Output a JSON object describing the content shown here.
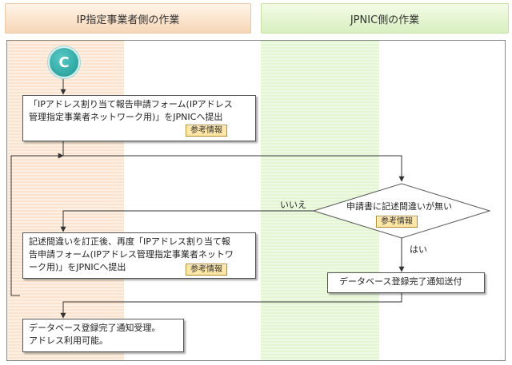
{
  "headers": {
    "left": "IP指定事業者側の作業",
    "right": "JPNIC側の作業"
  },
  "start_marker": "C",
  "boxes": {
    "report_line1": "「IPアドレス割り当て報告申請フォーム(IPアドレス",
    "report_line2": "管理指定事業者ネットワーク用)」をJPNICへ提出",
    "correct_line1": "記述間違いを訂正後、再度「IPアドレス割り当て報",
    "correct_line2": "告申請フォーム(IPアドレス管理指定事業者ネットワ",
    "correct_line3": "ーク用)」をJPNICへ提出",
    "notify": "データベース登録完了通知送付",
    "receive_line1": "データベース登録完了通知受理。",
    "receive_line2": "アドレス利用可能。"
  },
  "decision": {
    "question": "申請書に記述間違いが無い",
    "no": "いいえ",
    "yes": "はい"
  },
  "reference_label": "参考情報",
  "colors": {
    "left_lane": "#fbe4cf",
    "right_lane": "#e2f4d0",
    "marker": "#2aa5a0",
    "reference_badge": "#fde6a6"
  }
}
